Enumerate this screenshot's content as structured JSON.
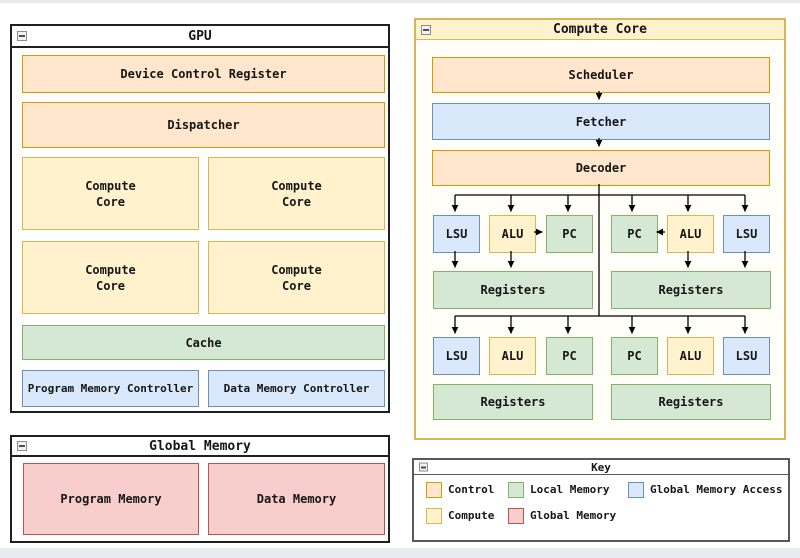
{
  "palette": {
    "control_fill": "#FFE6CC",
    "control_stroke": "#D79B00",
    "compute_fill": "#FFF2CC",
    "compute_stroke": "#D6B656",
    "local_memory_fill": "#D5E8D4",
    "local_memory_stroke": "#82B366",
    "global_memory_fill": "#F8CECC",
    "global_memory_stroke": "#B85450",
    "global_memory_access_fill": "#DAE8FC",
    "global_memory_access_stroke": "#6C8EBF"
  },
  "gpu_window": {
    "title": "GPU",
    "device_control_register": "Device Control Register",
    "dispatcher": "Dispatcher",
    "compute_core_1": "Compute\nCore",
    "compute_core_2": "Compute\nCore",
    "compute_core_3": "Compute\nCore",
    "compute_core_4": "Compute\nCore",
    "cache": "Cache",
    "program_memory_controller": "Program Memory Controller",
    "data_memory_controller": "Data Memory Controller"
  },
  "global_memory_window": {
    "title": "Global Memory",
    "program_memory": "Program Memory",
    "data_memory": "Data Memory"
  },
  "compute_core_window": {
    "title": "Compute Core",
    "scheduler": "Scheduler",
    "fetcher": "Fetcher",
    "decoder": "Decoder",
    "row1": {
      "lsu_left": "LSU",
      "alu_left": "ALU",
      "pc_left": "PC",
      "pc_right": "PC",
      "alu_right": "ALU",
      "lsu_right": "LSU",
      "registers_left": "Registers",
      "registers_right": "Registers"
    },
    "row2": {
      "lsu_left": "LSU",
      "alu_left": "ALU",
      "pc_left": "PC",
      "pc_right": "PC",
      "alu_right": "ALU",
      "lsu_right": "LSU",
      "registers_left": "Registers",
      "registers_right": "Registers"
    }
  },
  "key_window": {
    "title": "Key",
    "items": [
      {
        "label": "Control",
        "fill": "#FFE6CC",
        "stroke": "#D79B00"
      },
      {
        "label": "Local Memory",
        "fill": "#D5E8D4",
        "stroke": "#82B366"
      },
      {
        "label": "Global Memory Access",
        "fill": "#DAE8FC",
        "stroke": "#6C8EBF"
      },
      {
        "label": "Compute",
        "fill": "#FFF2CC",
        "stroke": "#D6B656"
      },
      {
        "label": "Global Memory",
        "fill": "#F8CECC",
        "stroke": "#B85450"
      }
    ]
  }
}
